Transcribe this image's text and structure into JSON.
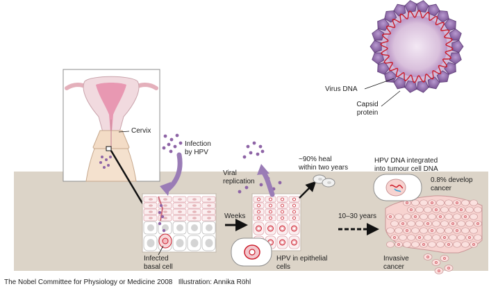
{
  "labels": {
    "cervix": "Cervix",
    "infection_line1": "Infection",
    "infection_line2": "by HPV",
    "viral_line1": "Viral",
    "viral_line2": "replication",
    "weeks": "Weeks",
    "heal_line1": "~90% heal",
    "heal_line2": "within two years",
    "integrated_line1": "HPV DNA integrated",
    "integrated_line2": "into tumour cell DNA",
    "develop_line1": "0.8% develop",
    "develop_line2": "cancer",
    "years": "10–30 years",
    "infected_line1": "Infected",
    "infected_line2": "basal cell",
    "hpv_epi_line1": "HPV in epithelial",
    "hpv_epi_line2": "cells",
    "invasive_line1": "Invasive",
    "invasive_line2": "cancer",
    "virus_dna": "Virus DNA",
    "capsid_line1": "Capsid",
    "capsid_line2": "protein"
  },
  "footer": {
    "credit": "The Nobel Committee for Physiology or Medicine 2008",
    "illustration": "Illustration: Annika Röhl"
  },
  "colors": {
    "background_band": "#dcd4c8",
    "capsid_purple": "#8e64a6",
    "virus_dna_red": "#cc1c2a",
    "arrow_purple": "#9a7cb6",
    "cell_outline": "#e0a8ae",
    "cancer_cell_fill": "#f7d3d0"
  }
}
